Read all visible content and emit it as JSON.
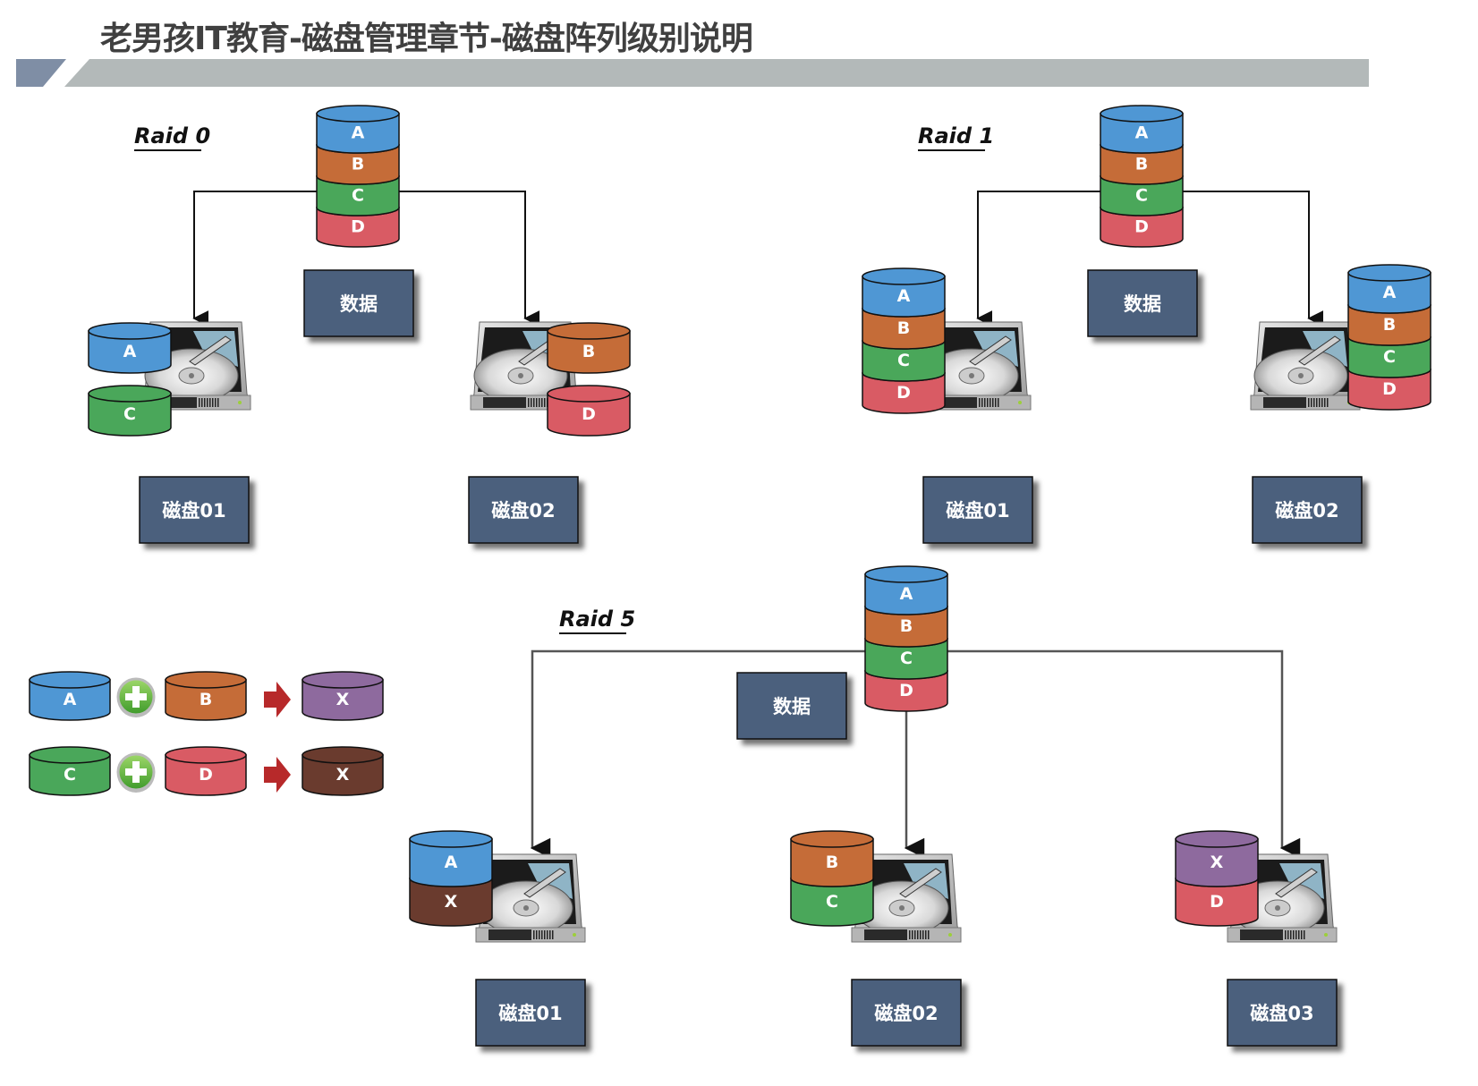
{
  "title": "老男孩IT教育-磁盘管理章节-磁盘阵列级别说明",
  "colors": {
    "A": "#4f97d4",
    "B": "#c56c38",
    "C": "#4aa75a",
    "D": "#d95b64",
    "X1": "#8e6a9e",
    "X2": "#6a3b2e",
    "box": "#4b607d",
    "banner_dark": "#7f8ea5",
    "banner_light": "#b3b9b9",
    "arrow_red": "#b7292a"
  },
  "data_box_label": "数据",
  "raid0": {
    "label": "Raid 0",
    "source": [
      "A",
      "B",
      "C",
      "D"
    ],
    "disks": [
      {
        "name": "磁盘01",
        "blocks": [
          {
            "label": "A",
            "color": "A"
          },
          {
            "label": "C",
            "color": "C"
          }
        ]
      },
      {
        "name": "磁盘02",
        "blocks": [
          {
            "label": "B",
            "color": "B"
          },
          {
            "label": "D",
            "color": "D"
          }
        ]
      }
    ]
  },
  "raid1": {
    "label": "Raid 1",
    "source": [
      "A",
      "B",
      "C",
      "D"
    ],
    "disks": [
      {
        "name": "磁盘01",
        "blocks": [
          "A",
          "B",
          "C",
          "D"
        ]
      },
      {
        "name": "磁盘02",
        "blocks": [
          "A",
          "B",
          "C",
          "D"
        ]
      }
    ]
  },
  "raid5": {
    "label": "Raid 5",
    "source": [
      "A",
      "B",
      "C",
      "D"
    ],
    "parity": [
      {
        "left": {
          "label": "A",
          "color": "A"
        },
        "right": {
          "label": "B",
          "color": "B"
        },
        "result": {
          "label": "X",
          "color": "X1"
        }
      },
      {
        "left": {
          "label": "C",
          "color": "C"
        },
        "right": {
          "label": "D",
          "color": "D"
        },
        "result": {
          "label": "X",
          "color": "X2"
        }
      }
    ],
    "disks": [
      {
        "name": "磁盘01",
        "blocks": [
          {
            "label": "A",
            "color": "A"
          },
          {
            "label": "X",
            "color": "X2"
          }
        ]
      },
      {
        "name": "磁盘02",
        "blocks": [
          {
            "label": "B",
            "color": "B"
          },
          {
            "label": "C",
            "color": "C"
          }
        ]
      },
      {
        "name": "磁盘03",
        "blocks": [
          {
            "label": "X",
            "color": "X1"
          },
          {
            "label": "D",
            "color": "D"
          }
        ]
      }
    ]
  }
}
